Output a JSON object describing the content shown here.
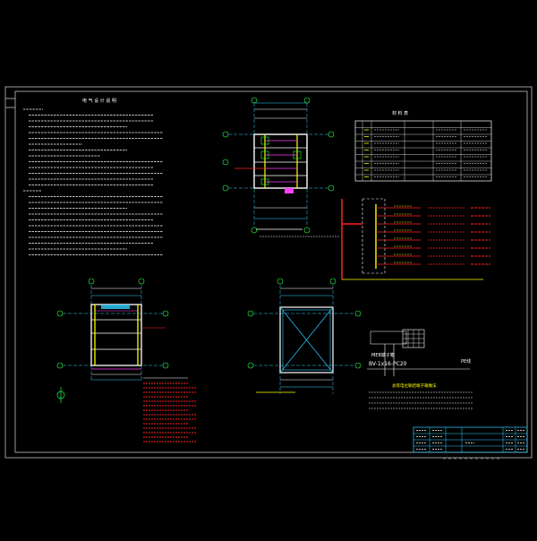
{
  "drawing": {
    "design_notes_title": "电 气 设 计 说 明",
    "materials_title": "材 料 表",
    "distribution_box_label": "MEB端子箱",
    "distribution_box_formula": "BV-1x16-PC20",
    "equipotential_label": "总等电位联结端子箱做法",
    "flr_plan_title_1": "一层照明平面图",
    "flr_plan_title_2": "屋顶防雷平面图",
    "pe_label": "PE线",
    "colors": {
      "background": "#000000",
      "frame": "#9a9a9a",
      "grid": "#2fd0ff",
      "text": "#ffffff",
      "yellow": "#ffff00",
      "red": "#ff2020",
      "green": "#22ff44",
      "magenta": "#ff40ff",
      "cyan": "#00ffff"
    }
  }
}
